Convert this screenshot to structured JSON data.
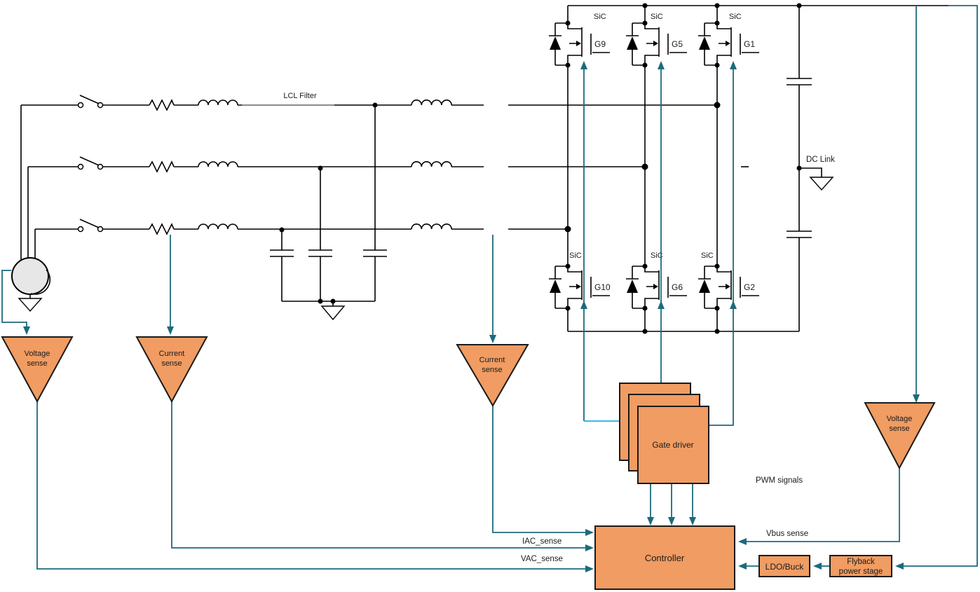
{
  "labels": {
    "lcl_filter": "LCL Filter",
    "dc_link": "DC Link",
    "dc_minus": "–",
    "pwm_signals": "PWM signals",
    "vbus_sense": "Vbus sense",
    "iac_sense": "IAC_sense",
    "vac_sense": "VAC_sense"
  },
  "devices": {
    "type_label": "SiC",
    "gates": [
      "G9",
      "G5",
      "G1",
      "G10",
      "G6",
      "G2"
    ]
  },
  "blocks": {
    "gate_driver": "Gate driver",
    "controller": "Controller",
    "ldo_buck": "LDO/Buck",
    "flyback_line1": "Flyback",
    "flyback_line2": "power stage",
    "voltage_sense_line1": "Voltage",
    "voltage_sense_line2": "sense",
    "current_sense_line1": "Current",
    "current_sense_line2": "sense"
  },
  "colors": {
    "signal_teal": "#1B6B7E",
    "signal_cyan": "#29ABE2",
    "block_fill": "#F09C62",
    "block_border": "#1A1A1A",
    "wire": "#000000",
    "leader_gray": "#8C8C8C",
    "source_fill": "#E7E7E7"
  }
}
